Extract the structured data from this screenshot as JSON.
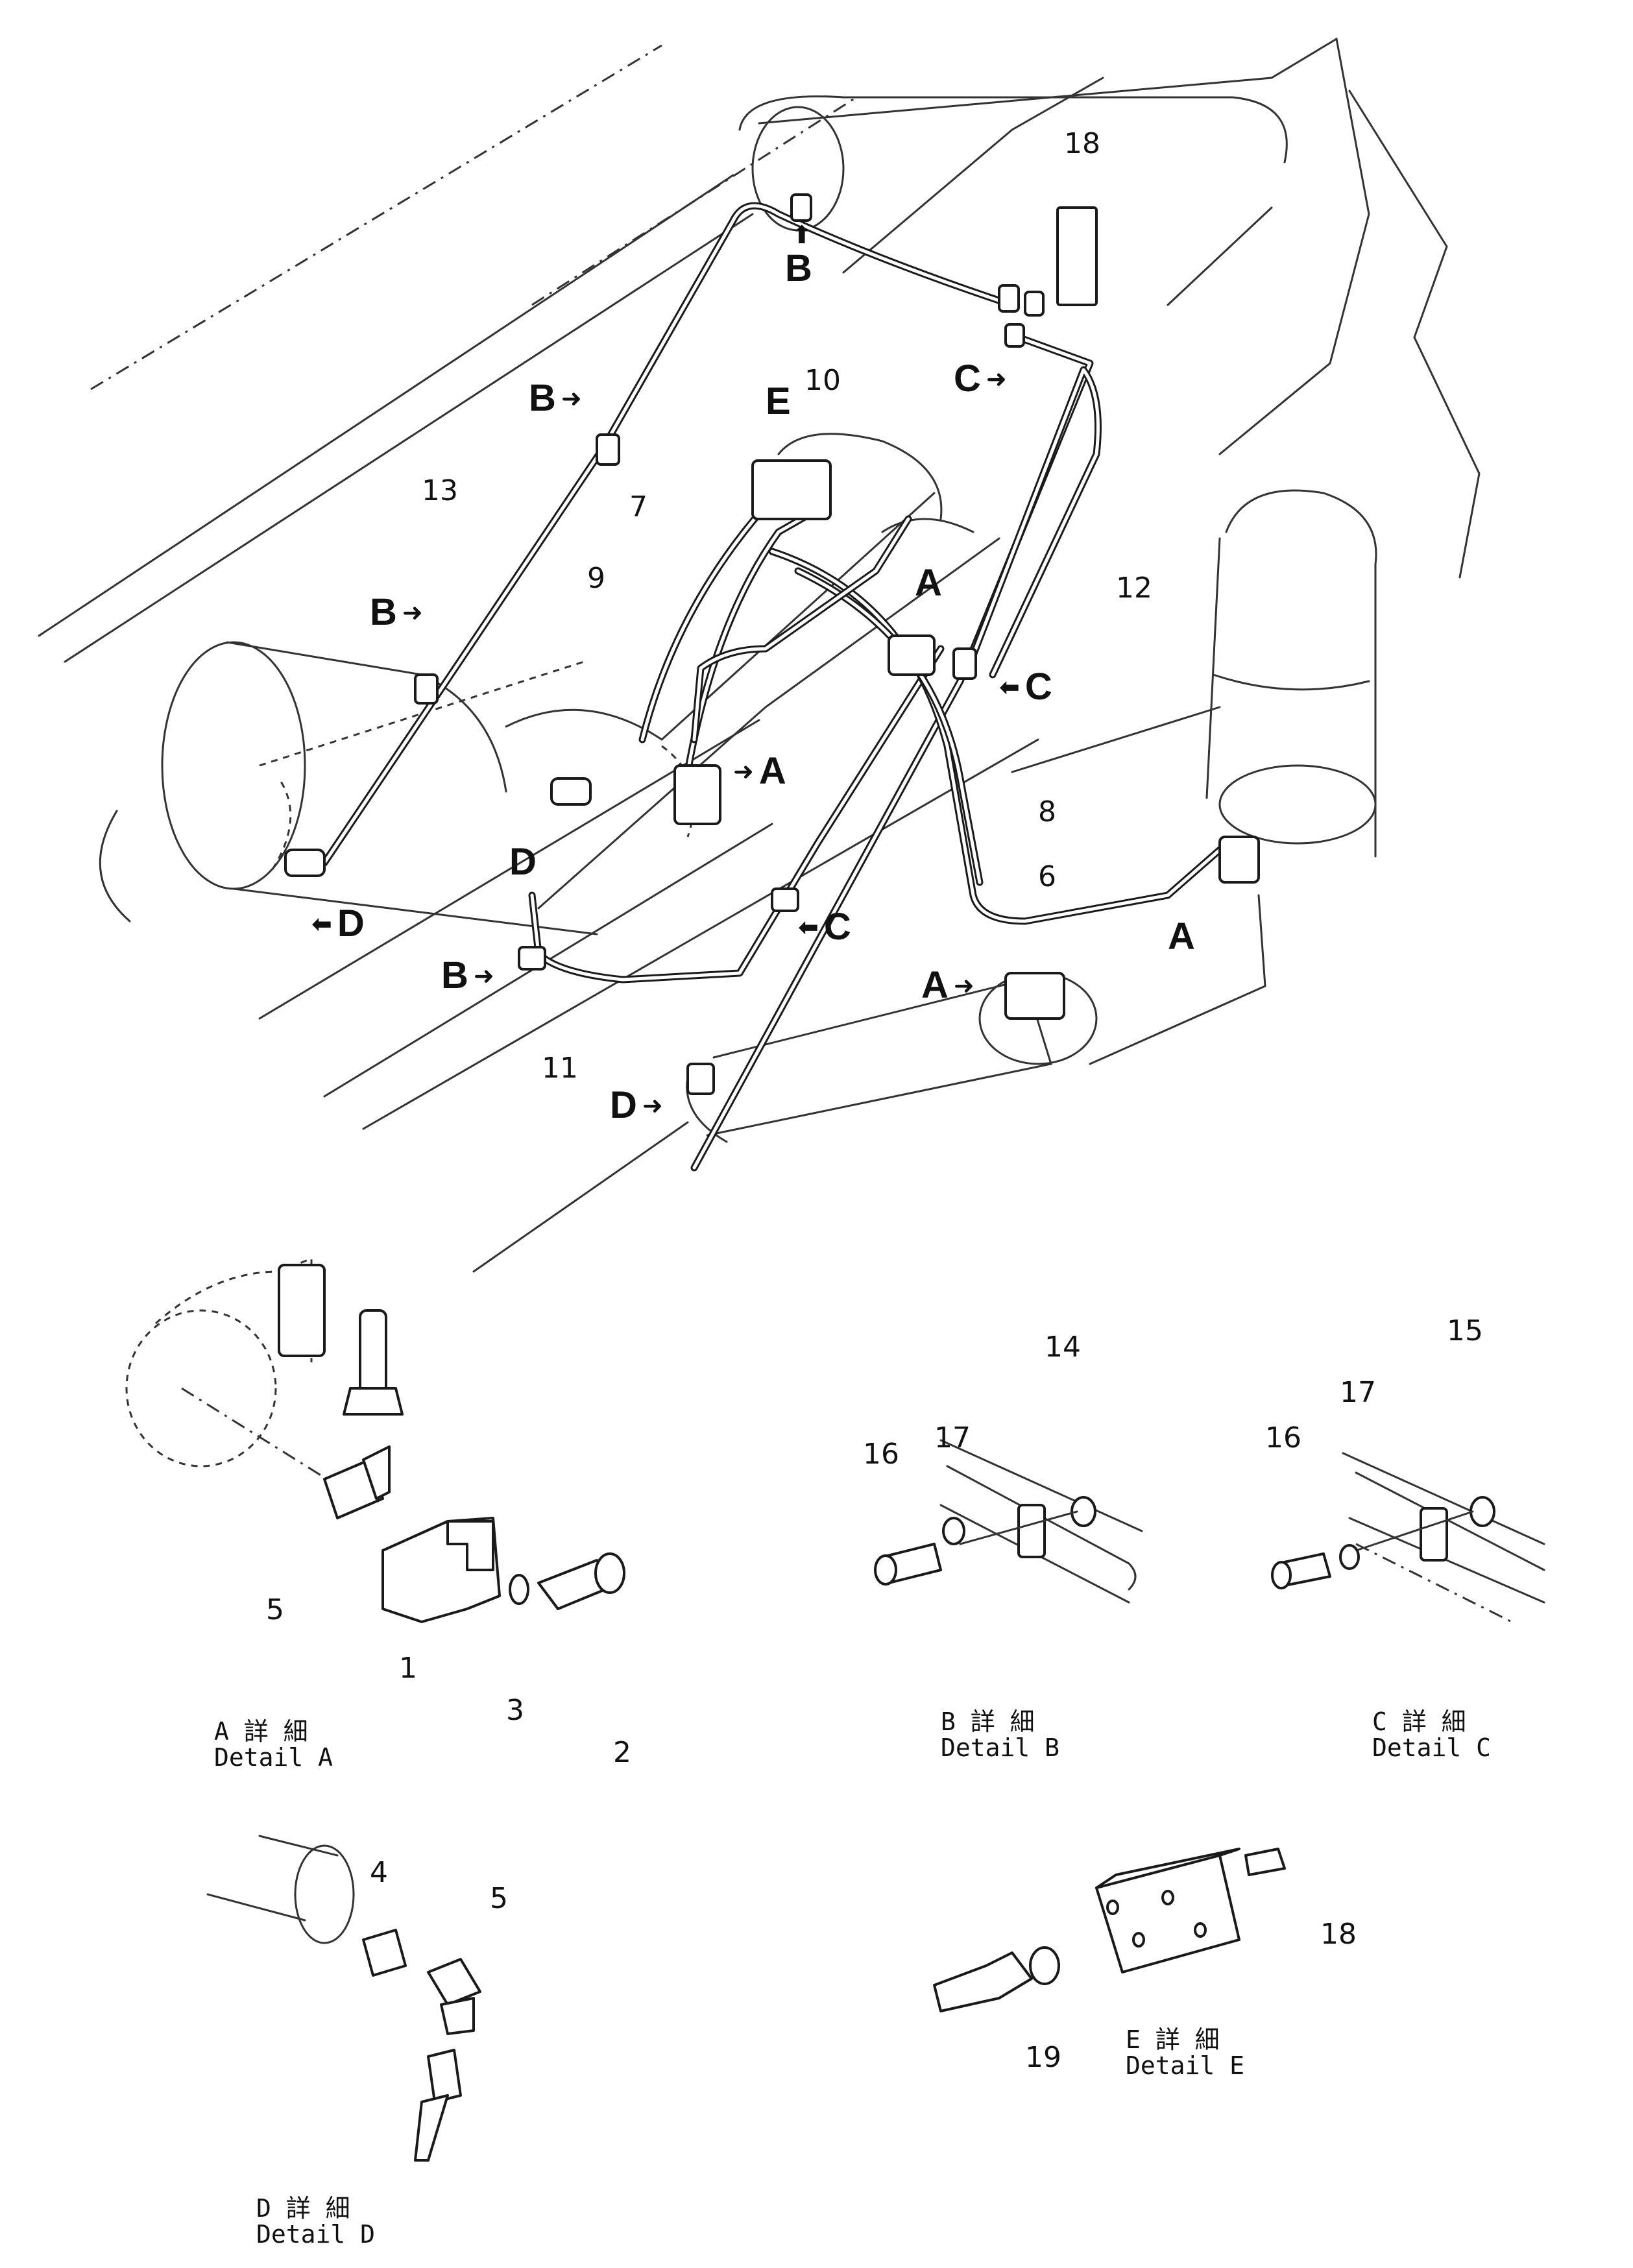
{
  "main_view": {
    "part_numbers": {
      "p6": "6",
      "p7": "7",
      "p8": "8",
      "p9": "9",
      "p10": "10",
      "p11": "11",
      "p12": "12",
      "p13": "13",
      "p18": "18"
    },
    "callouts": {
      "b_top": "B",
      "b_upper": "B",
      "e": "E",
      "c_top": "C",
      "b_mid": "B",
      "a_upper": "A",
      "c_right": "C",
      "a_center": "A",
      "d_left": "D",
      "d_center": "D",
      "b_low": "B",
      "c_low": "C",
      "a_right": "A",
      "a_low": "A",
      "d_bottom": "D"
    },
    "arrow_glyph_right": "➜",
    "arrow_glyph_left": "⬅",
    "arrow_glyph_up": "⬆"
  },
  "detail_a": {
    "caption_symbol": "A 詳 細",
    "caption": "Detail  A",
    "numbers": {
      "p5": "5",
      "p1": "1",
      "p3": "3",
      "p2": "2"
    }
  },
  "detail_b": {
    "caption_symbol": "B 詳 細",
    "caption": "Detail  B",
    "numbers": {
      "p14": "14",
      "p17": "17",
      "p16": "16"
    }
  },
  "detail_c": {
    "caption_symbol": "C 詳 細",
    "caption": "Detail  C",
    "numbers": {
      "p15": "15",
      "p17": "17",
      "p16": "16"
    }
  },
  "detail_d": {
    "caption_symbol": "D 詳 細",
    "caption": "Detail  D",
    "numbers": {
      "p4": "4",
      "p5": "5"
    }
  },
  "detail_e": {
    "caption_symbol": "E 詳 細",
    "caption": "Detail  E",
    "numbers": {
      "p18": "18",
      "p19": "19"
    }
  }
}
